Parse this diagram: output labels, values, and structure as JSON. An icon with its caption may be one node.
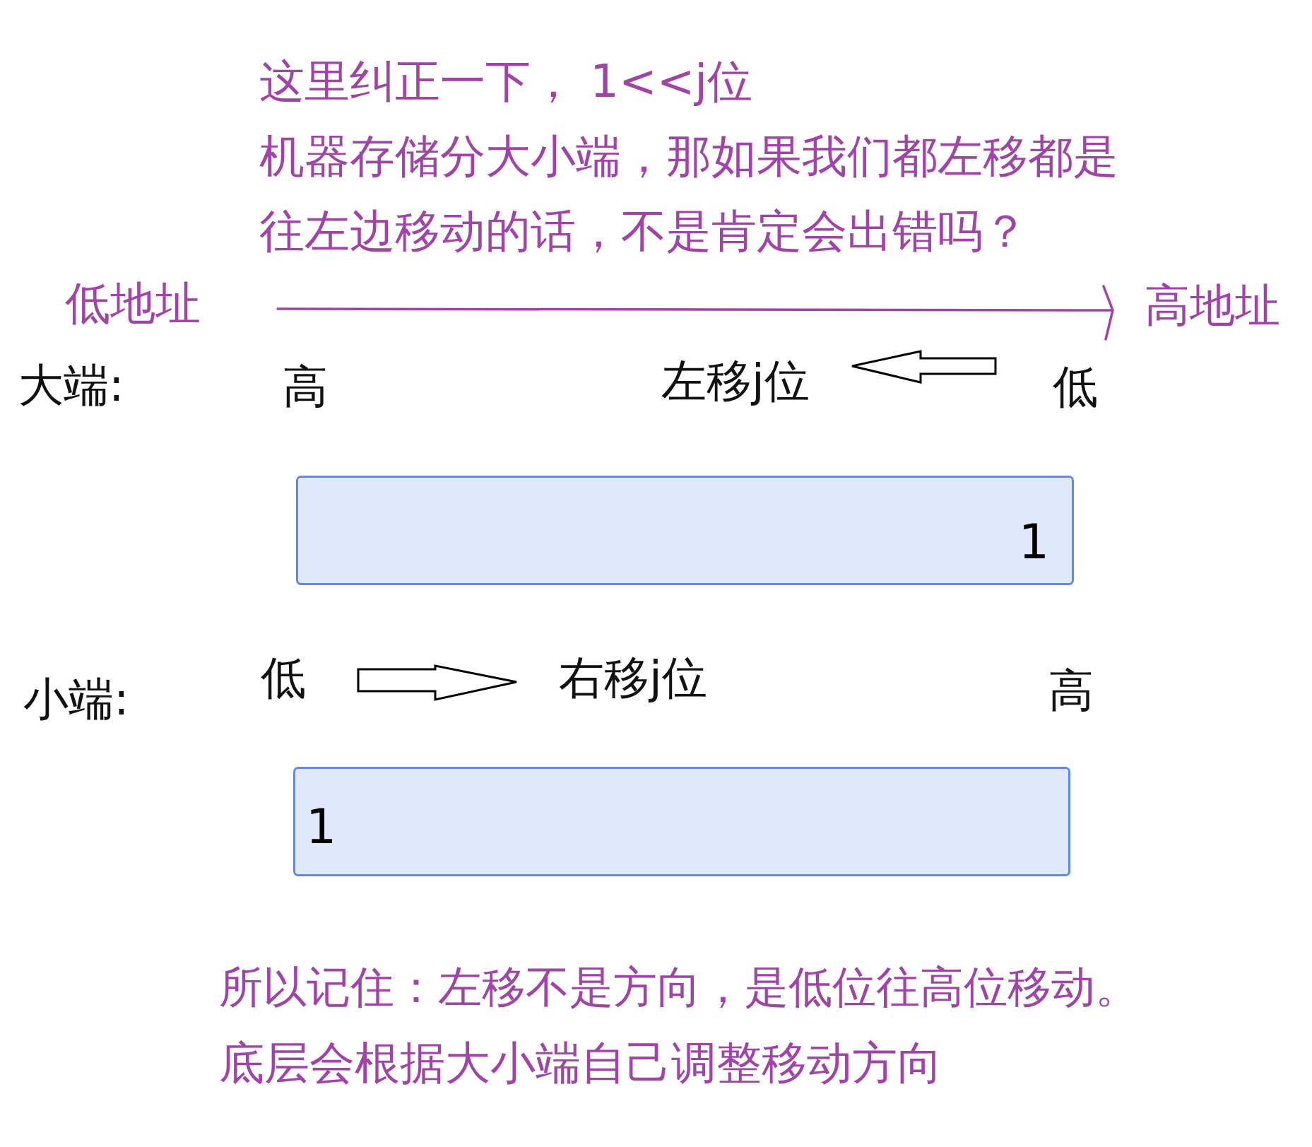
{
  "diagram": {
    "nodes": [
      {
        "text": [
          "1"
        ]
      },
      {
        "text": [
          "1"
        ]
      }
    ],
    "labels": [
      "这里纠正一下， 1<<j位",
      "机器存储分大小端，那如果我们都左移都是往左边移动的话，不是肯定会出错吗？",
      "低地址",
      "高地址",
      "大端:",
      "高",
      "左移j位",
      "低",
      "小端:",
      "低",
      "右移j位",
      "高",
      "所以记住：左移不是方向，是低位往高位移动。",
      "底层会根据大小端自己调整移动方向"
    ]
  }
}
